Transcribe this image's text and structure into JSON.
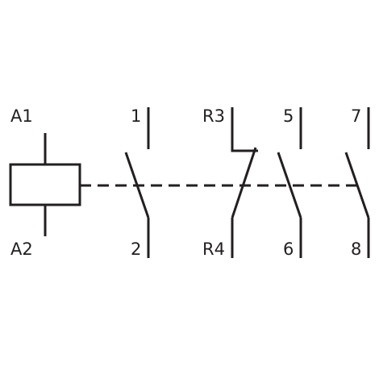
{
  "coil": {
    "top_terminal": "A1",
    "bottom_terminal": "A2"
  },
  "contacts": [
    {
      "type": "normally-open",
      "top_terminal": "1",
      "bottom_terminal": "2"
    },
    {
      "type": "normally-closed",
      "top_terminal": "R3",
      "bottom_terminal": "R4"
    },
    {
      "type": "normally-open",
      "top_terminal": "5",
      "bottom_terminal": "6"
    },
    {
      "type": "normally-open",
      "top_terminal": "7",
      "bottom_terminal": "8"
    }
  ],
  "colors": {
    "line": "#231f20",
    "background": "#ffffff"
  }
}
